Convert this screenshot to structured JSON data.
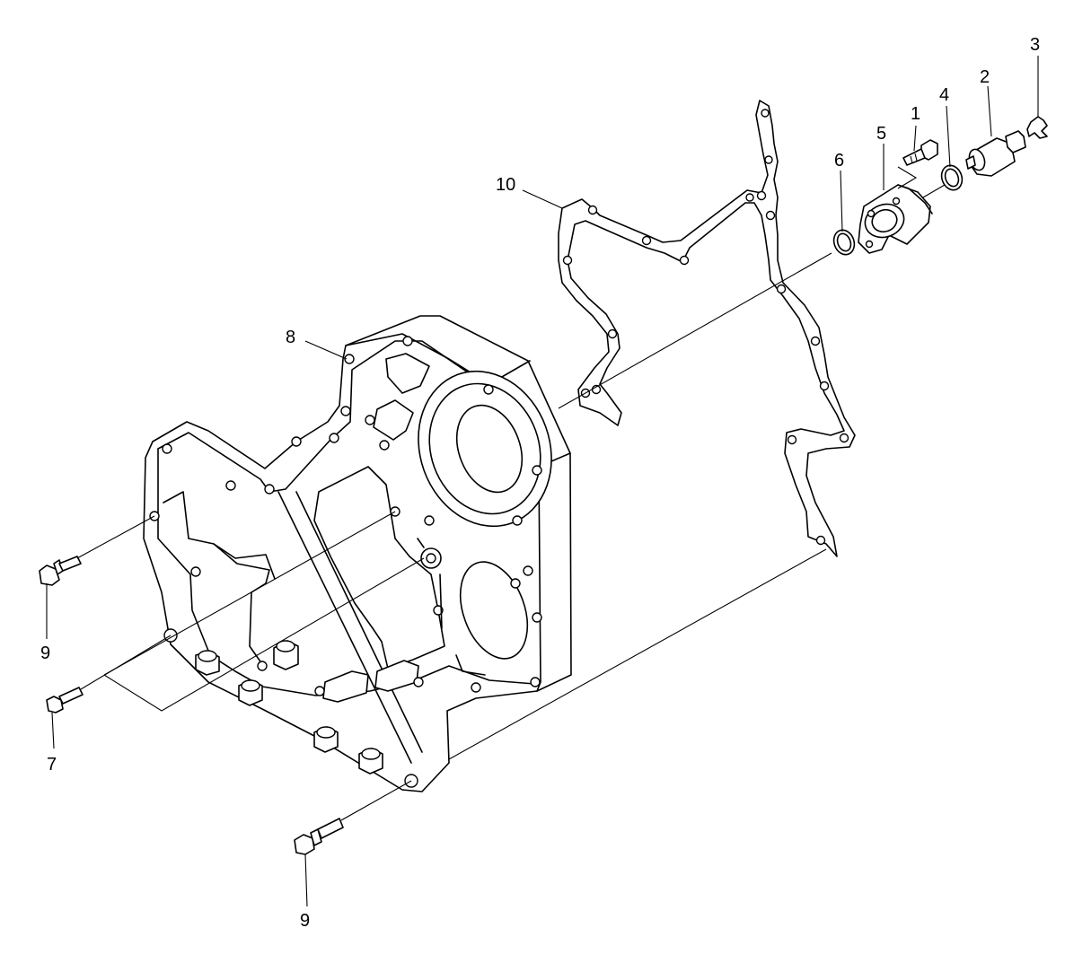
{
  "callouts": [
    {
      "label": "1"
    },
    {
      "label": "2"
    },
    {
      "label": "3"
    },
    {
      "label": "4"
    },
    {
      "label": "5"
    },
    {
      "label": "6"
    },
    {
      "label": "10"
    },
    {
      "label": "8"
    },
    {
      "label": "9"
    },
    {
      "label": "7"
    },
    {
      "label": "9"
    }
  ],
  "colors": {
    "line": "#000000",
    "background": "#ffffff"
  }
}
